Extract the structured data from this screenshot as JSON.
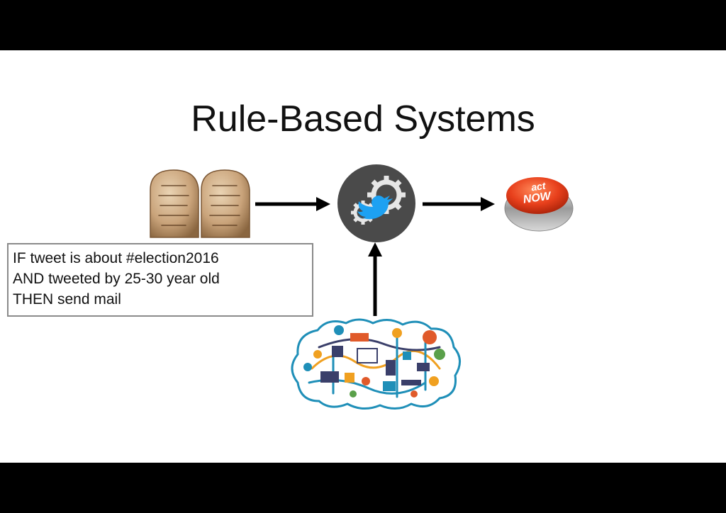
{
  "slide": {
    "title": "Rule-Based Systems",
    "rule_lines": [
      "IF tweet is about #election2016",
      "AND tweeted by 25-30 year old",
      "THEN send mail"
    ],
    "button_text": {
      "line1": "act",
      "line2": "NOW"
    }
  },
  "colors": {
    "gear_circle": "#4a4a4a",
    "twitter_blue": "#1da1f2",
    "button_red": "#e8401c",
    "tablet_stone": "#c9a37a",
    "cloud_palette": [
      "#1f8fb8",
      "#f0a020",
      "#3a3f6a",
      "#e05a2a",
      "#5aa04a"
    ]
  },
  "icons": [
    "stone-tablets-icon",
    "gears-twitter-icon",
    "act-now-button-icon",
    "data-cloud-icon"
  ]
}
